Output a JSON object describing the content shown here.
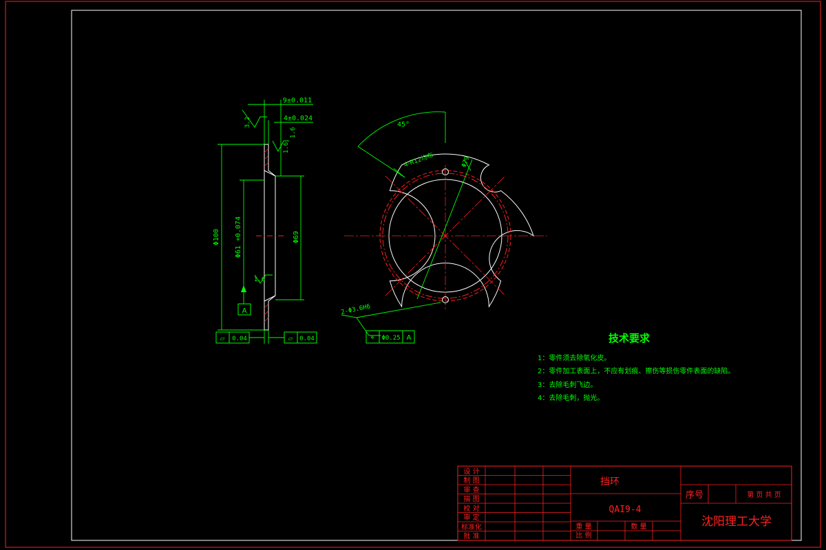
{
  "drawing": {
    "part_name": "挡环",
    "part_number": "QAI9-4",
    "school": "沈阳理工大学",
    "seq_label": "序号",
    "sheet_label": "第 页 共 页",
    "mass_label": "重 量",
    "qty_label": "数 量",
    "scale_label": "比 例",
    "title_rows": [
      "设 计",
      "制 图",
      "审 查",
      "描 图",
      "校 对",
      "审 定",
      "标准化",
      "批 准"
    ]
  },
  "tech_req": {
    "title": "技术要求",
    "items": [
      "1：零件须去除氧化皮。",
      "2：零件加工表面上，不应有划痕、擦伤等损伤零件表面的缺陷。",
      "3：去除毛刺飞边。",
      "4：去除毛刺，抛光。"
    ]
  },
  "dims": {
    "thickness": "9±0.011",
    "step": "4±0.024",
    "rough1": "3.2",
    "rough2": "1.6",
    "rough3": "1.6",
    "dia_outer": "Φ100",
    "dia_bore": "Φ61 +0.074",
    "dia_step": "Φ69",
    "datum": "A",
    "flat1_sym": "▱",
    "flat1_val": "0.04",
    "flat2_sym": "▱",
    "flat2_val": "0.04",
    "angle": "45°",
    "slots": "4-R12均布",
    "pcd": "Φ79",
    "holes": "2-Φ3.6H6",
    "pos_sym": "⌖",
    "pos_val": "Φ0.25",
    "pos_datum": "A"
  },
  "colors": {
    "frame": "#ff0000",
    "line": "#ffffff",
    "dim": "#00ff00",
    "center": "#ff0000"
  }
}
